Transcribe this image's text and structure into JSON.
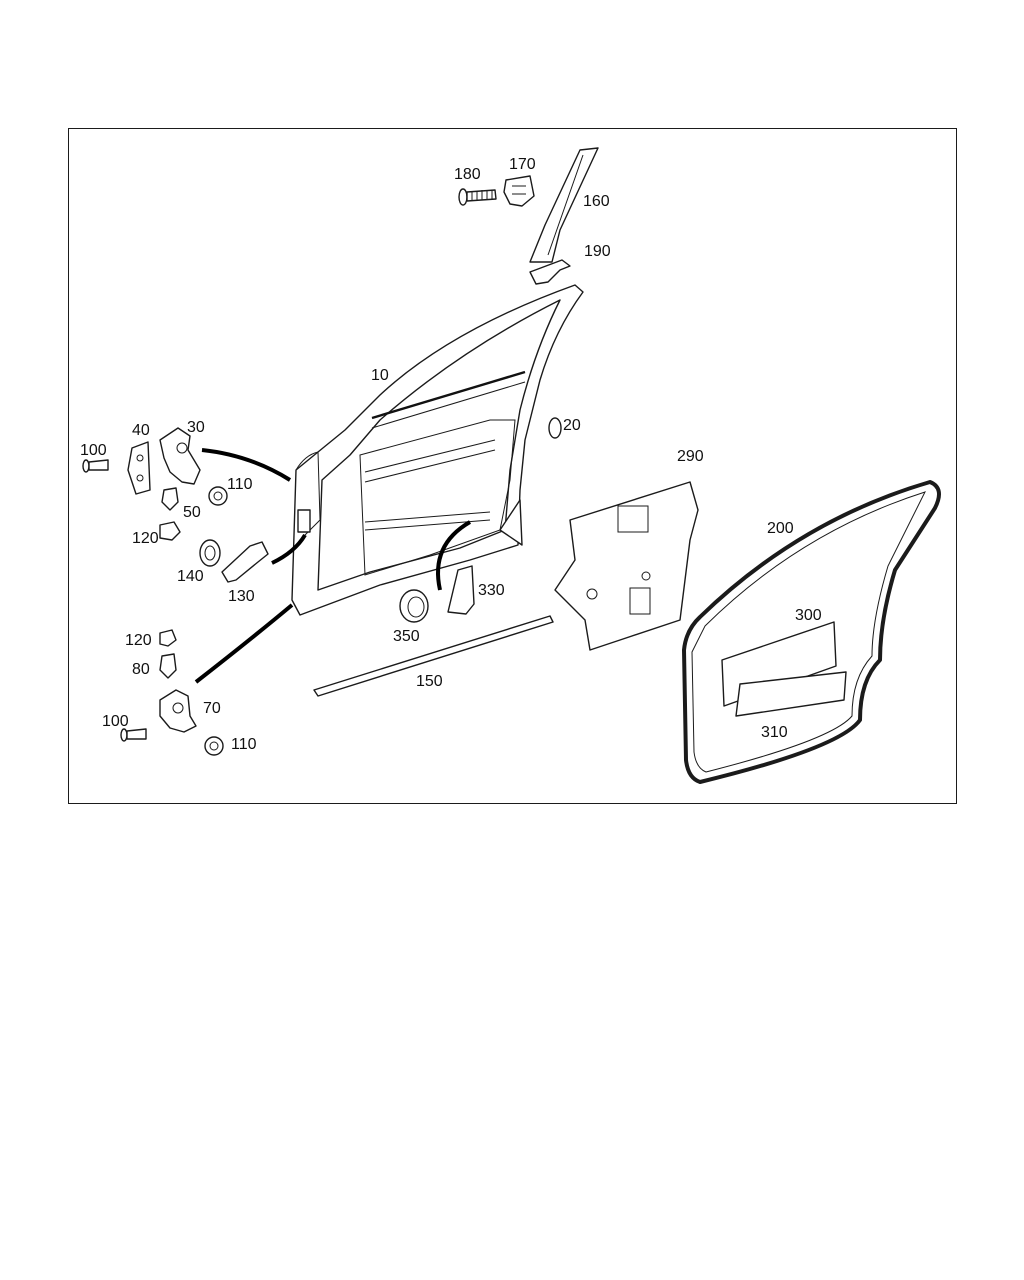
{
  "diagram": {
    "labels": {
      "p10": "10",
      "p20": "20",
      "p30": "30",
      "p40": "40",
      "p50": "50",
      "p70": "70",
      "p80": "80",
      "p100a": "100",
      "p100b": "100",
      "p110a": "110",
      "p110b": "110",
      "p120a": "120",
      "p120b": "120",
      "p130": "130",
      "p140": "140",
      "p150": "150",
      "p160": "160",
      "p170": "170",
      "p180": "180",
      "p190": "190",
      "p200": "200",
      "p290": "290",
      "p300": "300",
      "p310": "310",
      "p330": "330",
      "p350": "350"
    },
    "line_color": "#1b1b1b",
    "background": "#ffffff"
  }
}
